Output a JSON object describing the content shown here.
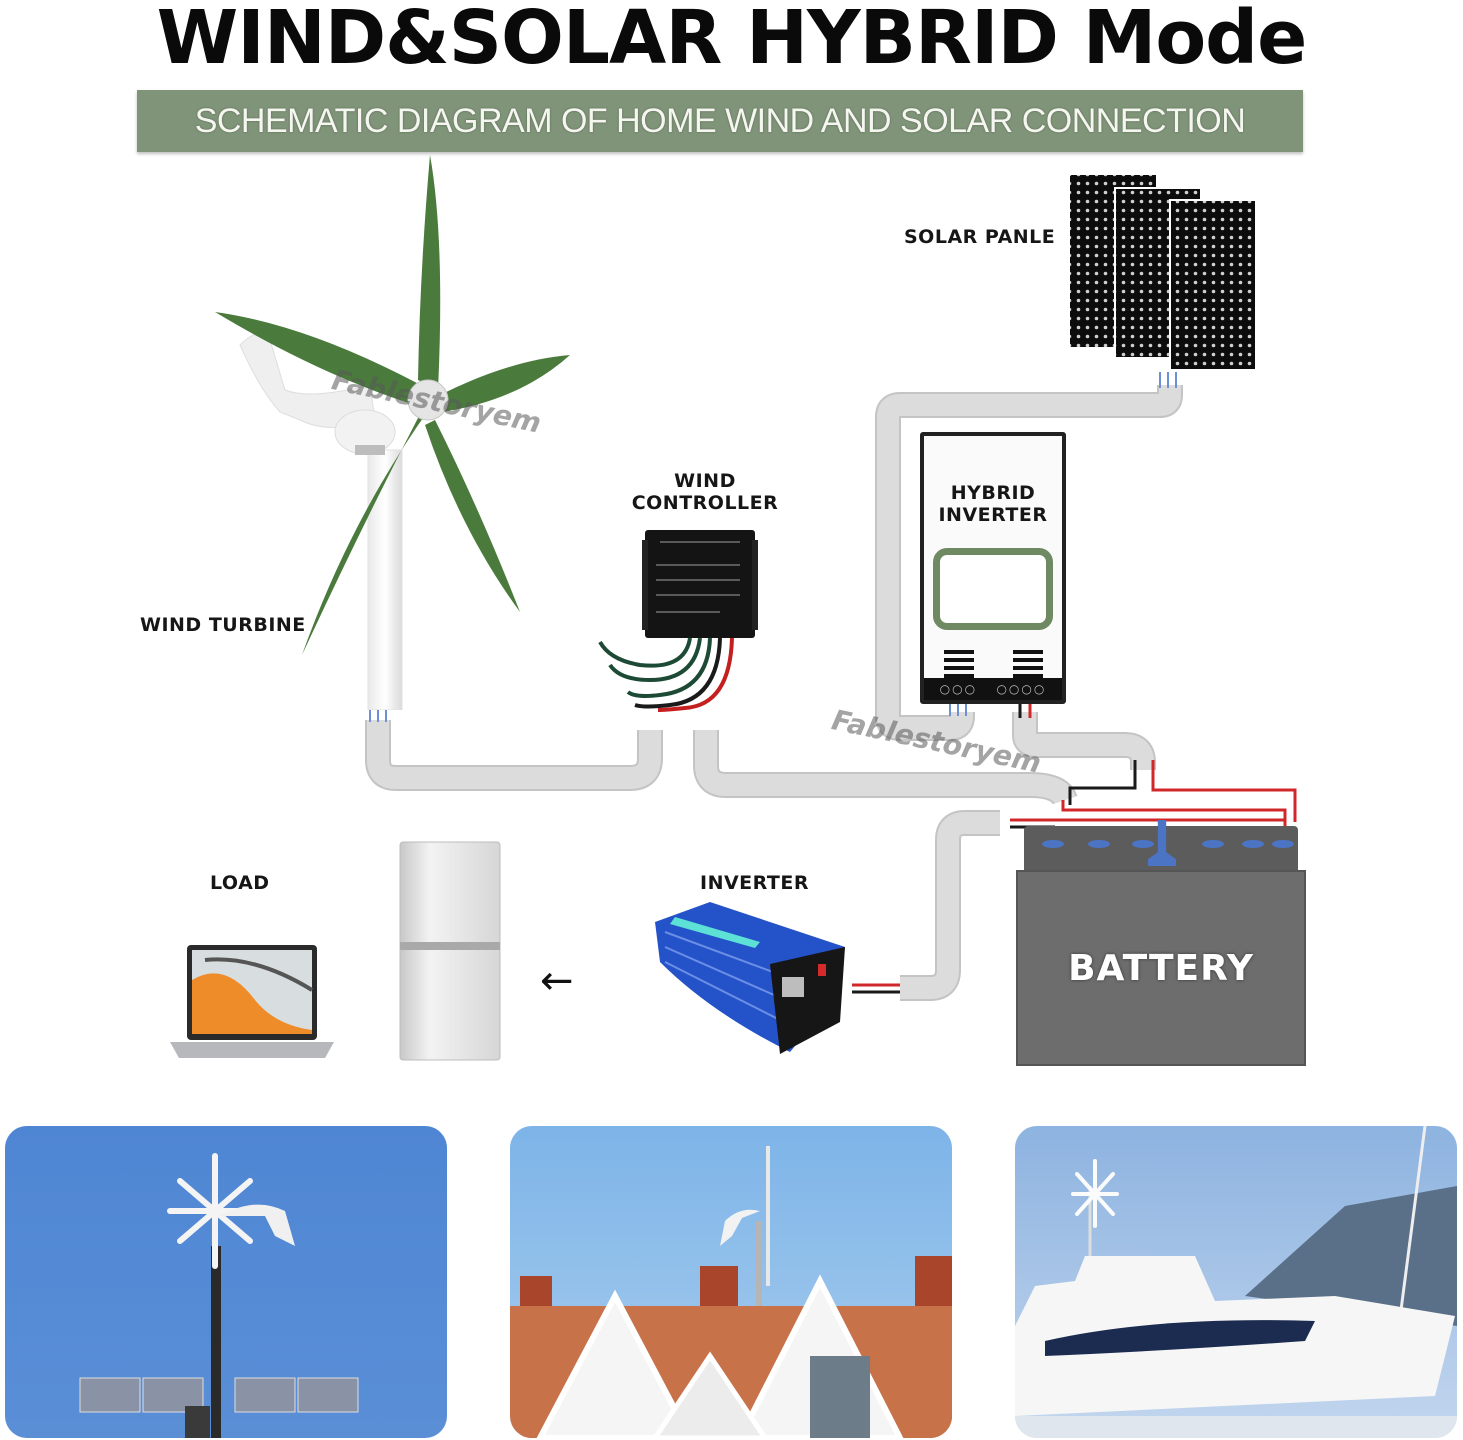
{
  "header": {
    "title": "WIND&SOLAR HYBRID Mode",
    "subtitle": "SCHEMATIC DIAGRAM OF HOME WIND AND SOLAR CONNECTION"
  },
  "components": {
    "solar_panel": {
      "label": "SOLAR PANLE"
    },
    "wind_turbine": {
      "label": "WIND TURBINE"
    },
    "wind_controller": {
      "label_line1": "WIND",
      "label_line2": "CONTROLLER"
    },
    "hybrid_inverter": {
      "label_line1": "HYBRID",
      "label_line2": "INVERTER"
    },
    "battery": {
      "label": "BATTERY"
    },
    "inverter": {
      "label": "INVERTER"
    },
    "load": {
      "label": "LOAD"
    }
  },
  "watermark": "Fablestoryem",
  "colors": {
    "banner": "#7f9478",
    "blade_green": "#4a7a3c",
    "pipe": "#dcdcdc",
    "wire_red": "#d0282a",
    "wire_black": "#1a1a1a",
    "battery_body": "#6d6d6d",
    "battery_terminal": "#4c74c4",
    "inverter_blue": "#2452c8",
    "sky_blue": "#5a8fd4"
  },
  "photos": [
    {
      "name": "turbine-with-solar-pole"
    },
    {
      "name": "turbine-on-house-roofs"
    },
    {
      "name": "turbine-on-yacht"
    }
  ]
}
